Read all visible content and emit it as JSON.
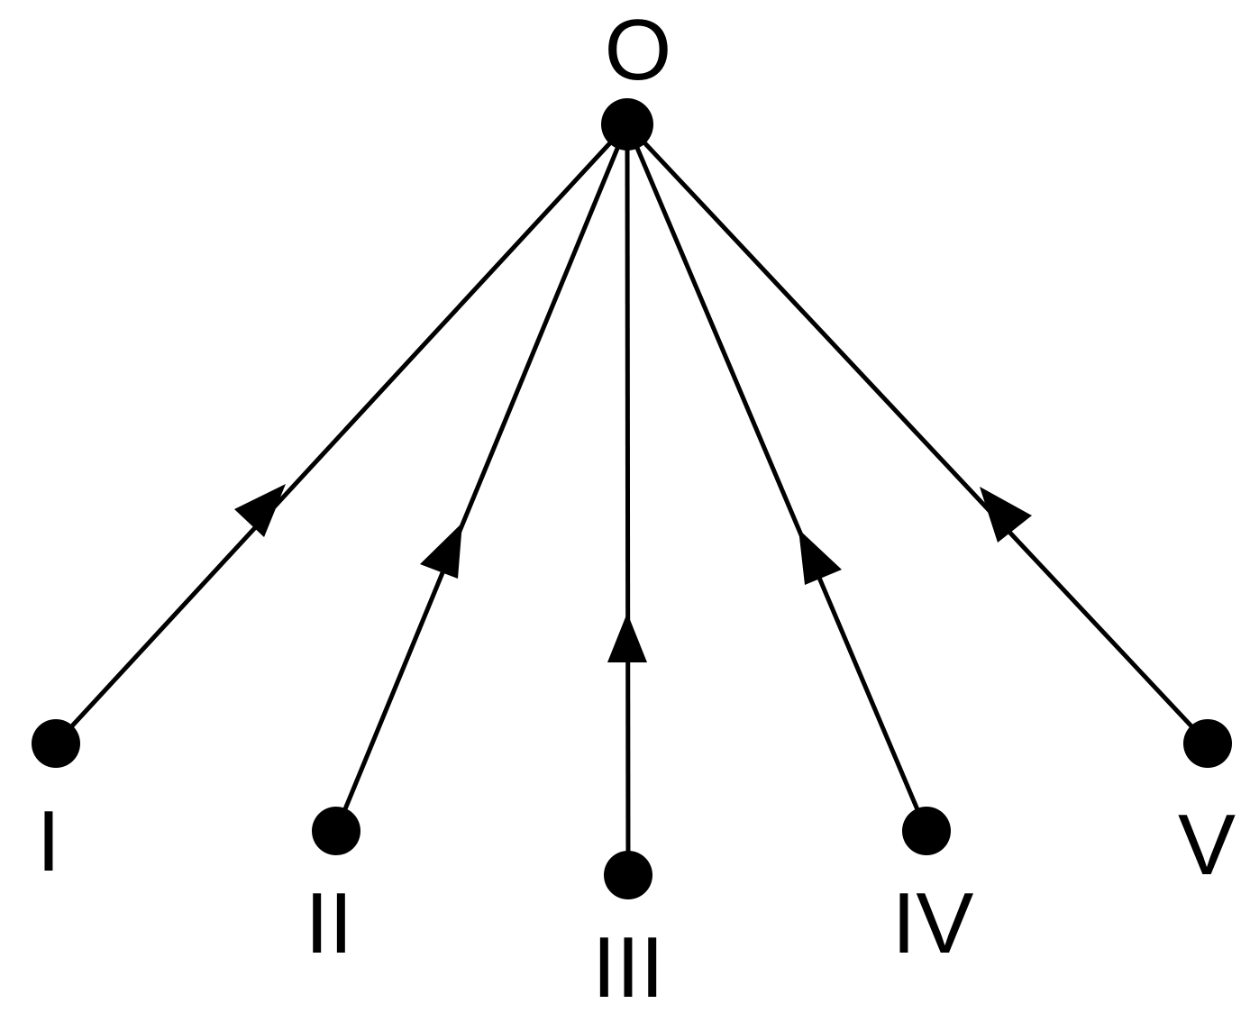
{
  "diagram": {
    "center": {
      "id": "O",
      "label": "O"
    },
    "nodes": [
      {
        "id": "I",
        "label": "I"
      },
      {
        "id": "II",
        "label": "II"
      },
      {
        "id": "III",
        "label": "III"
      },
      {
        "id": "IV",
        "label": "IV"
      },
      {
        "id": "V",
        "label": "V"
      }
    ],
    "edges": [
      {
        "from": "I",
        "to": "O",
        "arrow": "toward-center"
      },
      {
        "from": "II",
        "to": "O",
        "arrow": "toward-center"
      },
      {
        "from": "III",
        "to": "O",
        "arrow": "toward-center"
      },
      {
        "from": "IV",
        "to": "O",
        "arrow": "toward-center"
      },
      {
        "from": "V",
        "to": "O",
        "arrow": "toward-center"
      }
    ],
    "colors": {
      "ink": "#000000",
      "background": "#ffffff"
    }
  }
}
